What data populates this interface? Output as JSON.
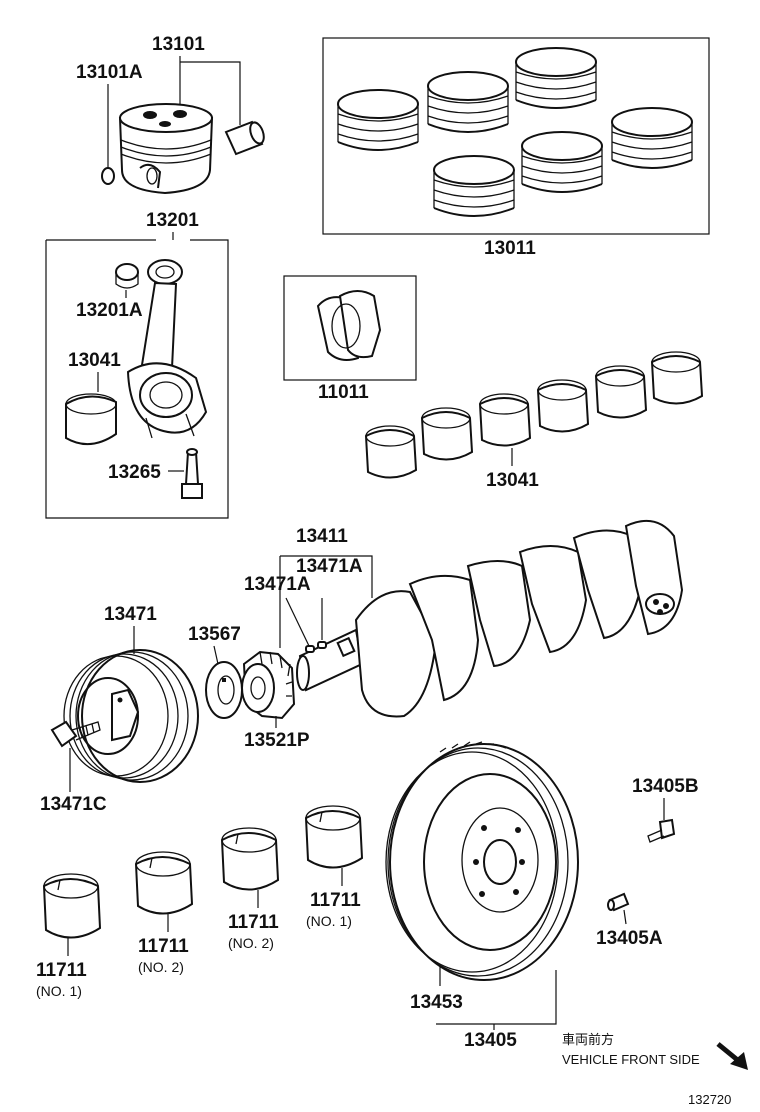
{
  "diagram": {
    "parts": {
      "p13101": "13101",
      "p13101A": "13101A",
      "p13011": "13011",
      "p13201": "13201",
      "p13201A": "13201A",
      "p13041a": "13041",
      "p13265": "13265",
      "p11011": "11011",
      "p13041b": "13041",
      "p13411": "13411",
      "p13471A1": "13471A",
      "p13471A2": "13471A",
      "p13471": "13471",
      "p13567": "13567",
      "p13521P": "13521P",
      "p13471C": "13471C",
      "p13405B": "13405B",
      "p13405A": "13405A",
      "p13453": "13453",
      "p13405": "13405",
      "b1": "11711",
      "b1sub": "(NO. 1)",
      "b2": "11711",
      "b2sub": "(NO. 2)",
      "b3": "11711",
      "b3sub": "(NO. 2)",
      "b4": "11711",
      "b4sub": "(NO. 1)"
    },
    "direction": {
      "japanese": "車両前方",
      "english": "VEHICLE FRONT SIDE"
    },
    "figure_number": "132720"
  }
}
